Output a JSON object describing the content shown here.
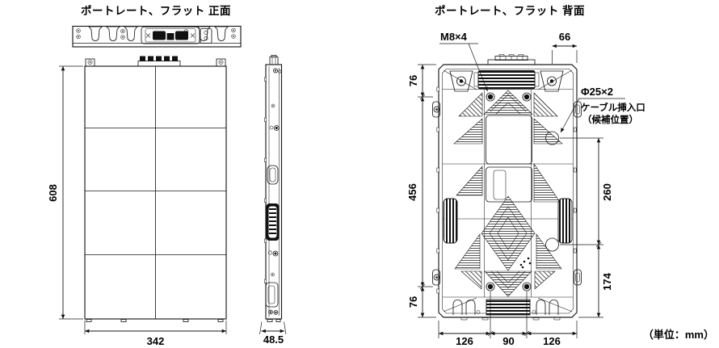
{
  "front": {
    "title": "ポートレート、フラット 正面",
    "dim_height": "608",
    "dim_width": "342"
  },
  "side": {
    "dim_depth": "48.5"
  },
  "back": {
    "title": "ポートレート、フラット 背面",
    "label_m8": "M8×4",
    "label_cable_dia": "Φ25×2",
    "label_cable_port": "ケーブル挿入口",
    "label_cable_note": "（候補位置）",
    "dim_top_right": "66",
    "dim_left_top": "76",
    "dim_left_mid": "456",
    "dim_left_bottom": "76",
    "dim_right_upper": "260",
    "dim_right_lower": "174",
    "dim_bottom_left": "126",
    "dim_bottom_center": "90",
    "dim_bottom_right": "126"
  },
  "footer": {
    "unit_note": "（単位：mm）"
  },
  "colors": {
    "line": "#1a1a1a",
    "background": "#ffffff"
  }
}
